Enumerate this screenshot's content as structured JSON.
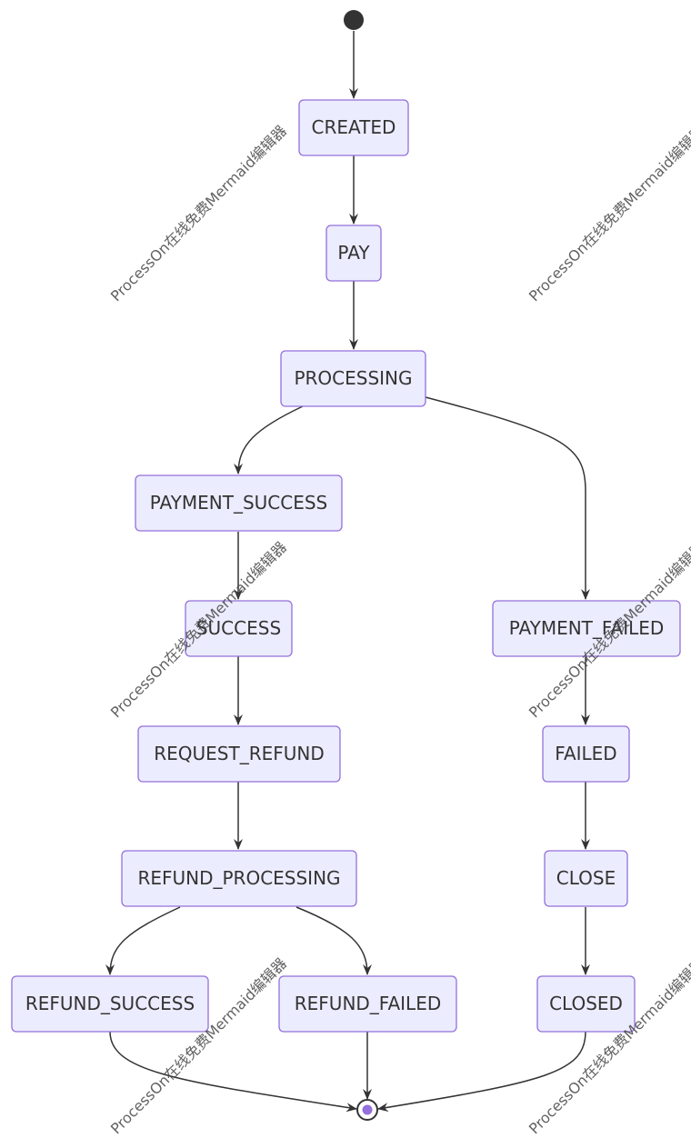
{
  "watermark": "ProcessOn在线免费Mermaid编辑器",
  "states": {
    "created": "CREATED",
    "pay": "PAY",
    "processing": "PROCESSING",
    "payment_success": "PAYMENT_SUCCESS",
    "success": "SUCCESS",
    "payment_failed": "PAYMENT_FAILED",
    "request_refund": "REQUEST_REFUND",
    "failed": "FAILED",
    "refund_processing": "REFUND_PROCESSING",
    "close": "CLOSE",
    "refund_success": "REFUND_SUCCESS",
    "refund_failed": "REFUND_FAILED",
    "closed": "CLOSED"
  },
  "transitions": [
    [
      "start",
      "created"
    ],
    [
      "created",
      "pay"
    ],
    [
      "pay",
      "processing"
    ],
    [
      "processing",
      "payment_success"
    ],
    [
      "processing",
      "payment_failed"
    ],
    [
      "payment_success",
      "success"
    ],
    [
      "success",
      "request_refund"
    ],
    [
      "request_refund",
      "refund_processing"
    ],
    [
      "refund_processing",
      "refund_success"
    ],
    [
      "refund_processing",
      "refund_failed"
    ],
    [
      "payment_failed",
      "failed"
    ],
    [
      "failed",
      "close"
    ],
    [
      "close",
      "closed"
    ],
    [
      "refund_success",
      "end"
    ],
    [
      "refund_failed",
      "end"
    ],
    [
      "closed",
      "end"
    ]
  ],
  "colors": {
    "node_fill": "#ECECFF",
    "node_border": "#9370DB",
    "edge": "#333333",
    "start": "#333333",
    "end_inner": "#9370DB"
  }
}
